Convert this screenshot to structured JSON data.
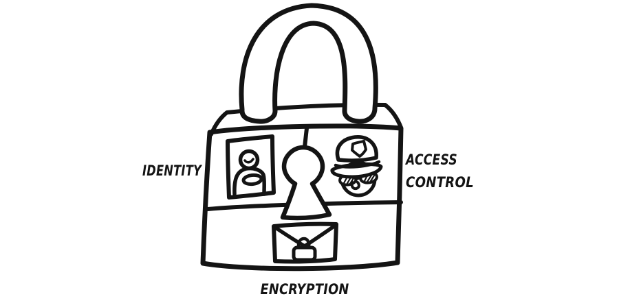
{
  "diagram": {
    "background_color": "#ffffff",
    "ink_color": "#141414",
    "labels": {
      "identity": "IDENTITY",
      "access_control": [
        "ACCESS",
        "CONTROL"
      ],
      "encryption": "ENCRYPTION"
    },
    "icons": [
      "padlock-icon",
      "id-card-icon",
      "keyhole-icon",
      "police-officer-icon",
      "locked-envelope-icon"
    ]
  }
}
